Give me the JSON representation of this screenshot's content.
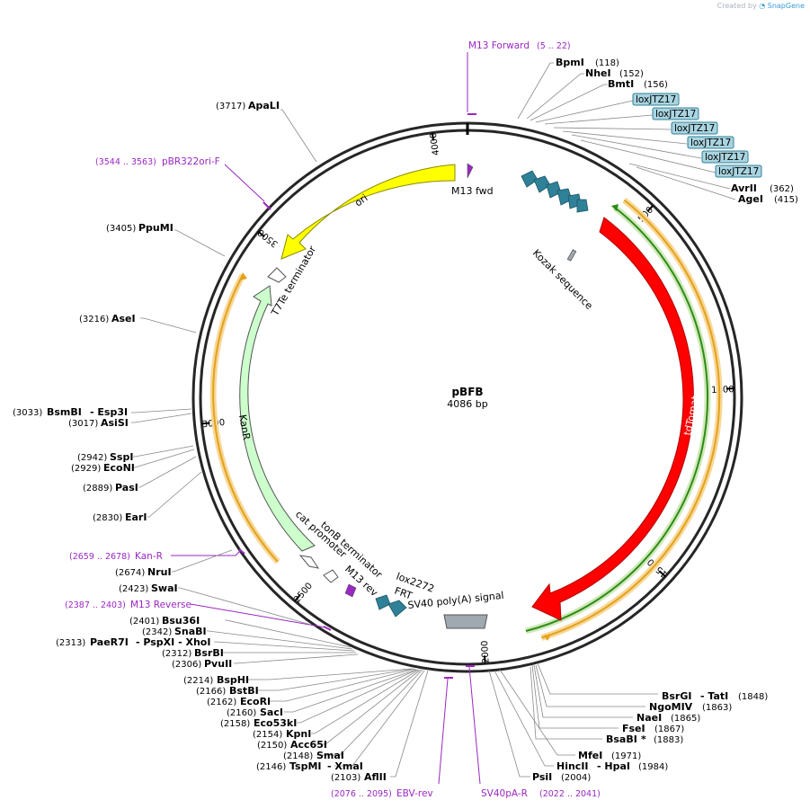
{
  "credit": {
    "prefix": "Created by",
    "brand": "SnapGene"
  },
  "plasmid": {
    "name": "pBFB",
    "size_label": "4086 bp",
    "length": 4086
  },
  "ticks": [
    {
      "pos": 500,
      "label": "500"
    },
    {
      "pos": 1000,
      "label": "1000"
    },
    {
      "pos": 1500,
      "label": "1500"
    },
    {
      "pos": 2000,
      "label": "2000"
    },
    {
      "pos": 2500,
      "label": "2500"
    },
    {
      "pos": 3000,
      "label": "3000"
    },
    {
      "pos": 3500,
      "label": "3500"
    },
    {
      "pos": 4000,
      "label": "4000"
    }
  ],
  "sites_right_top": [
    {
      "name": "BpmI",
      "pos": "(118)"
    },
    {
      "name": "NheI",
      "pos": "(152)"
    },
    {
      "name": "BmtI",
      "pos": "(156)"
    },
    {
      "name": "AvrII",
      "pos": "(362)"
    },
    {
      "name": "AgeI",
      "pos": "(415)"
    }
  ],
  "lox_boxes": [
    "loxJTZ17",
    "loxJTZ17",
    "loxJTZ17",
    "loxJTZ17",
    "loxJTZ17",
    "loxJTZ17"
  ],
  "sites_right_bottom": [
    {
      "name": "BsrGI",
      "extra": "- TatI",
      "pos": "(1848)"
    },
    {
      "name": "NgoMIV",
      "extra": "",
      "pos": "(1863)"
    },
    {
      "name": "NaeI",
      "extra": "",
      "pos": "(1865)"
    },
    {
      "name": "FseI",
      "extra": "",
      "pos": "(1867)"
    },
    {
      "name": "BsaBI",
      "extra": "*",
      "pos": "(1883)"
    },
    {
      "name": "MfeI",
      "extra": "",
      "pos": "(1971)"
    },
    {
      "name": "HincII",
      "extra": "- HpaI",
      "pos": "(1984)"
    },
    {
      "name": "PsiI",
      "extra": "",
      "pos": "(2004)"
    }
  ],
  "sites_left": [
    {
      "name": "ApaLI",
      "pos": "(3717)"
    },
    {
      "name": "PpuMI",
      "pos": "(3405)"
    },
    {
      "name": "AseI",
      "pos": "(3216)"
    },
    {
      "name": "BsmBI",
      "extra": "- Esp3I",
      "pos": "(3033)"
    },
    {
      "name": "AsiSI",
      "pos": "(3017)"
    },
    {
      "name": "SspI",
      "pos": "(2942)"
    },
    {
      "name": "EcoNI",
      "pos": "(2929)"
    },
    {
      "name": "PasI",
      "pos": "(2889)"
    },
    {
      "name": "EarI",
      "pos": "(2830)"
    },
    {
      "name": "NruI",
      "pos": "(2674)"
    },
    {
      "name": "SwaI",
      "pos": "(2423)"
    },
    {
      "name": "Bsu36I",
      "pos": "(2401)"
    },
    {
      "name": "SnaBI",
      "pos": "(2342)"
    },
    {
      "name": "PaeR7I",
      "extra": "- PspXI - XhoI",
      "pos": "(2313)"
    },
    {
      "name": "BsrBI",
      "pos": "(2312)"
    },
    {
      "name": "PvuII",
      "pos": "(2306)"
    },
    {
      "name": "BspHI",
      "pos": "(2214)"
    },
    {
      "name": "BstBI",
      "pos": "(2166)"
    },
    {
      "name": "EcoRI",
      "pos": "(2162)"
    },
    {
      "name": "SacI",
      "pos": "(2160)"
    },
    {
      "name": "Eco53kI",
      "pos": "(2158)"
    },
    {
      "name": "KpnI",
      "pos": "(2154)"
    },
    {
      "name": "Acc65I",
      "pos": "(2150)"
    },
    {
      "name": "SmaI",
      "pos": "(2148)"
    },
    {
      "name": "TspMI",
      "extra": "- XmaI",
      "pos": "(2146)"
    },
    {
      "name": "AflII",
      "pos": "(2103)"
    }
  ],
  "primers": [
    {
      "name": "M13 Forward",
      "range": "(5 .. 22)"
    },
    {
      "name": "pBR322ori-F",
      "range": "(3544 .. 3563)"
    },
    {
      "name": "Kan-R",
      "range": "(2659 .. 2678)"
    },
    {
      "name": "M13 Reverse",
      "range": "(2387 .. 2403)"
    },
    {
      "name": "EBV-rev",
      "range": "(2076 .. 2095)"
    },
    {
      "name": "SV40pA-R",
      "range": "(2022 .. 2041)"
    }
  ],
  "features": {
    "ori": "ori",
    "m13fwd": "M13 fwd",
    "kozak": "Kozak sequence",
    "tdtomato": "tdTomato",
    "sv40": "SV40 poly(A) signal",
    "lox2272": "lox2272",
    "frt": "FRT",
    "m13rev": "M13 rev",
    "tonb": "tonB terminator",
    "cat": "cat promoter",
    "kanr": "KanR",
    "t7te": "T7Te terminator"
  },
  "colors": {
    "backbone": "#262626",
    "ori": "#ffff00",
    "tdtomato": "#ff0000",
    "kanr": "#ccffcc",
    "lox": "#2f8198",
    "primer": "#9a27c2",
    "orf_outline": "#e3a21a",
    "orf_green": "#2e8b18",
    "sv40": "#a0a8b0",
    "lox_box_fill": "#a9d4e0"
  }
}
